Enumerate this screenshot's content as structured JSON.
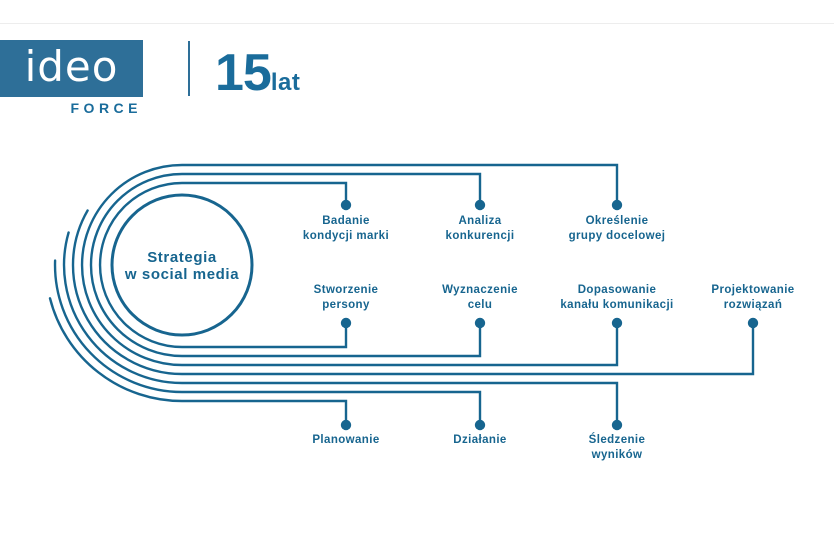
{
  "brand": {
    "logo_text": "ideo",
    "logo_subtext": "FORCE",
    "anniversary_number": "15",
    "anniversary_unit": "lat"
  },
  "colors": {
    "line_blue": "#17658f",
    "logo_box_blue": "#2e6f98",
    "header_text_blue": "#1a6c9b"
  },
  "center": {
    "line1": "Strategia",
    "line2": "w social media"
  },
  "nodes": {
    "top": [
      {
        "line1": "Badanie",
        "line2": "kondycji marki"
      },
      {
        "line1": "Analiza",
        "line2": "konkurencji"
      },
      {
        "line1": "Określenie",
        "line2": "grupy docelowej"
      }
    ],
    "middle": [
      {
        "line1": "Stworzenie",
        "line2": "persony"
      },
      {
        "line1": "Wyznaczenie",
        "line2": "celu"
      },
      {
        "line1": "Dopasowanie",
        "line2": "kanału komunikacji"
      },
      {
        "line1": "Projektowanie",
        "line2": "rozwiązań"
      }
    ],
    "bottom": [
      {
        "line1": "Planowanie",
        "line2": ""
      },
      {
        "line1": "Działanie",
        "line2": ""
      },
      {
        "line1": "Śledzenie",
        "line2": "wyników"
      }
    ]
  }
}
